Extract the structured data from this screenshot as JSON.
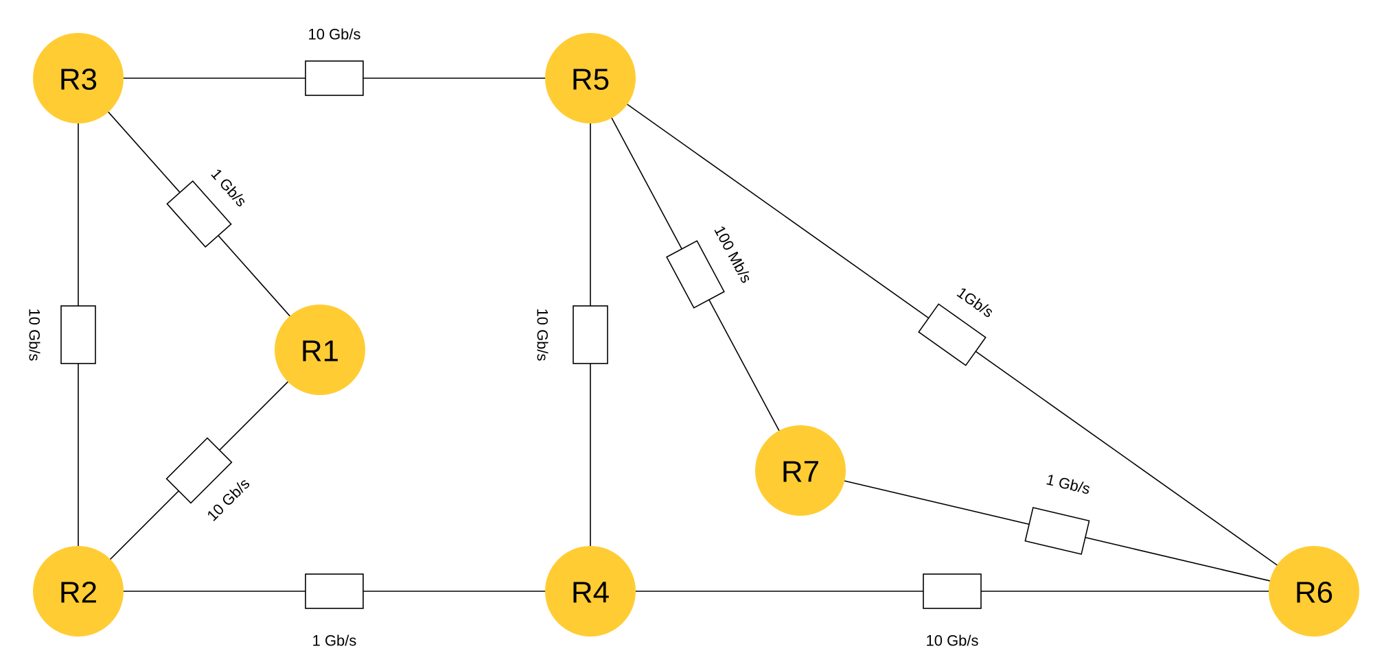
{
  "colors": {
    "node_fill": "#FFCC33",
    "line": "#000000",
    "box_fill": "#FFFFFF"
  },
  "nodes": [
    {
      "id": "R1",
      "label": "R1"
    },
    {
      "id": "R2",
      "label": "R2"
    },
    {
      "id": "R3",
      "label": "R3"
    },
    {
      "id": "R4",
      "label": "R4"
    },
    {
      "id": "R5",
      "label": "R5"
    },
    {
      "id": "R6",
      "label": "R6"
    },
    {
      "id": "R7",
      "label": "R7"
    }
  ],
  "links": [
    {
      "id": "r3-r5",
      "from": "R3",
      "to": "R5",
      "label": "10 Gb/s"
    },
    {
      "id": "r3-r2",
      "from": "R3",
      "to": "R2",
      "label": "10 Gb/s"
    },
    {
      "id": "r3-r1",
      "from": "R3",
      "to": "R1",
      "label": "1 Gb/s"
    },
    {
      "id": "r2-r1",
      "from": "R2",
      "to": "R1",
      "label": "10 Gb/s"
    },
    {
      "id": "r2-r4",
      "from": "R2",
      "to": "R4",
      "label": "1 Gb/s"
    },
    {
      "id": "r5-r4",
      "from": "R5",
      "to": "R4",
      "label": "10 Gb/s"
    },
    {
      "id": "r5-r7",
      "from": "R5",
      "to": "R7",
      "label": "100 Mb/s"
    },
    {
      "id": "r5-r6",
      "from": "R5",
      "to": "R6",
      "label": "1Gb/s"
    },
    {
      "id": "r7-r6",
      "from": "R7",
      "to": "R6",
      "label": "1 Gb/s"
    },
    {
      "id": "r4-r6",
      "from": "R4",
      "to": "R6",
      "label": "10 Gb/s"
    }
  ]
}
